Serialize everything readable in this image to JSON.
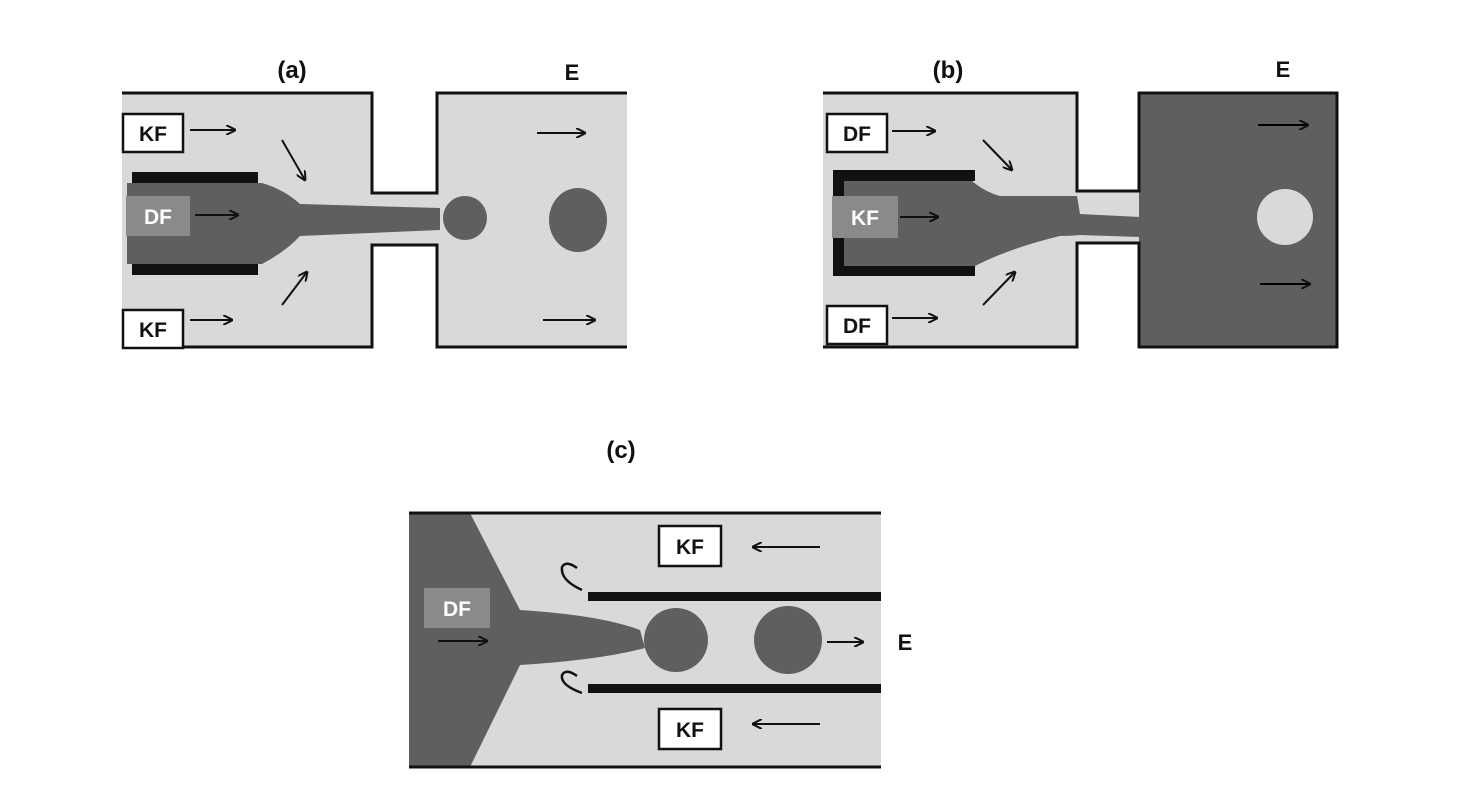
{
  "colors": {
    "light_fluid": "#d9d9d9",
    "dark_fluid": "#5f5f5f",
    "wall": "#111111",
    "label_box": "#8a8a8a"
  },
  "panel_a": {
    "title": "(a)",
    "exit_label": "E",
    "top_inlet": "KF",
    "center_inlet": "DF",
    "bottom_inlet": "KF"
  },
  "panel_b": {
    "title": "(b)",
    "exit_label": "E",
    "top_inlet": "DF",
    "center_inlet": "KF",
    "bottom_inlet": "DF"
  },
  "panel_c": {
    "title": "(c)",
    "exit_label": "E",
    "top_inlet": "KF",
    "center_inlet": "DF",
    "bottom_inlet": "KF"
  }
}
